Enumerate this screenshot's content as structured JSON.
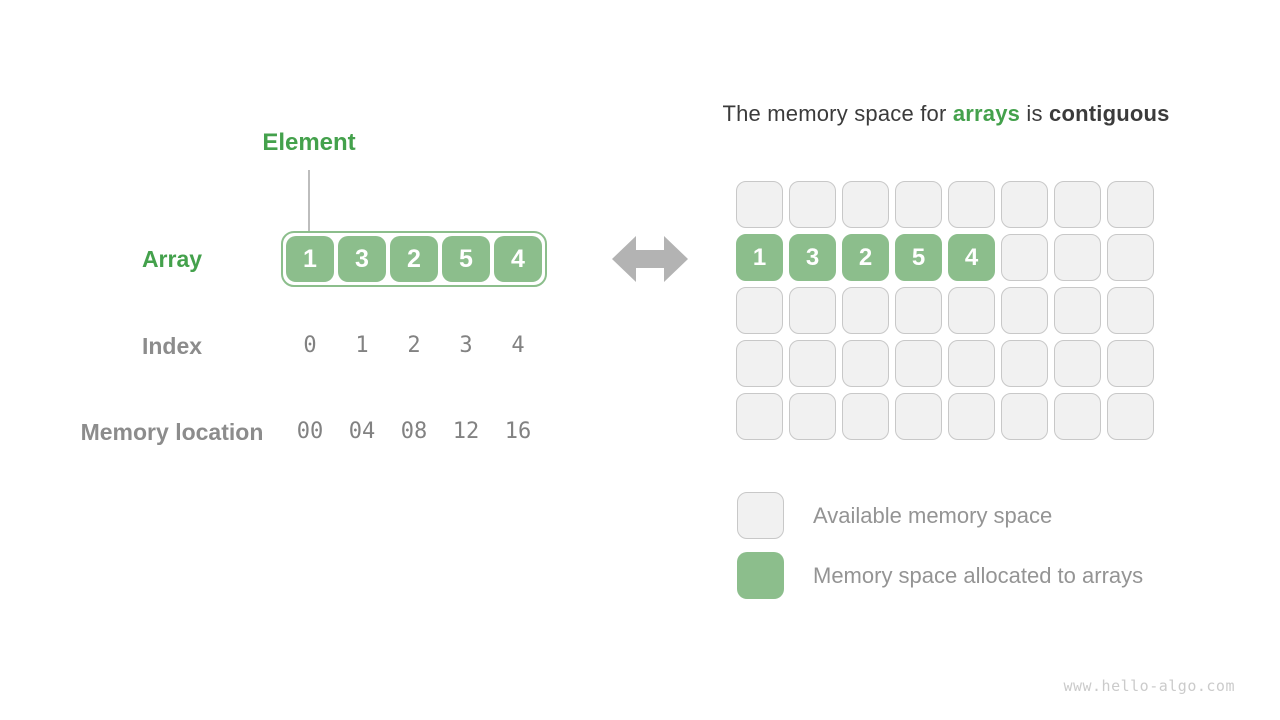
{
  "colors": {
    "green_fill": "#8CBE8C",
    "green_text": "#44A14C",
    "title_dark": "#3B3B3B",
    "gray_label": "#8C8C8C",
    "gray_mono": "#828282",
    "legend_text": "#949494",
    "cell_empty_fill": "#F1F1F1",
    "cell_empty_border": "#C8C8C8",
    "arrow_gray": "#B3B3B3",
    "line_gray": "#BDBDBD",
    "watermark_gray": "#CBCBCB"
  },
  "left": {
    "element_label": "Element",
    "array_label": "Array",
    "index_label": "Index",
    "memory_label": "Memory location",
    "array_values": [
      "1",
      "3",
      "2",
      "5",
      "4"
    ],
    "index_values": [
      "0",
      "1",
      "2",
      "3",
      "4"
    ],
    "memory_values": [
      "00",
      "04",
      "08",
      "12",
      "16"
    ]
  },
  "arrow": {
    "type": "double-headed-horizontal"
  },
  "right": {
    "title": {
      "parts": [
        {
          "text": "The memory space for ",
          "style": "normal"
        },
        {
          "text": "arrays",
          "style": "green-bold"
        },
        {
          "text": " is ",
          "style": "normal"
        },
        {
          "text": "contiguous",
          "style": "bold"
        }
      ]
    },
    "memory_grid": {
      "rows": 5,
      "columns": 8,
      "allocated": {
        "row": 1,
        "start_col": 0,
        "values": [
          "1",
          "3",
          "2",
          "5",
          "4"
        ]
      }
    },
    "legend": {
      "items": [
        {
          "swatch": "available",
          "label": "Available memory space"
        },
        {
          "swatch": "allocated",
          "label": "Memory space allocated to arrays"
        }
      ]
    }
  },
  "watermark": "www.hello-algo.com"
}
